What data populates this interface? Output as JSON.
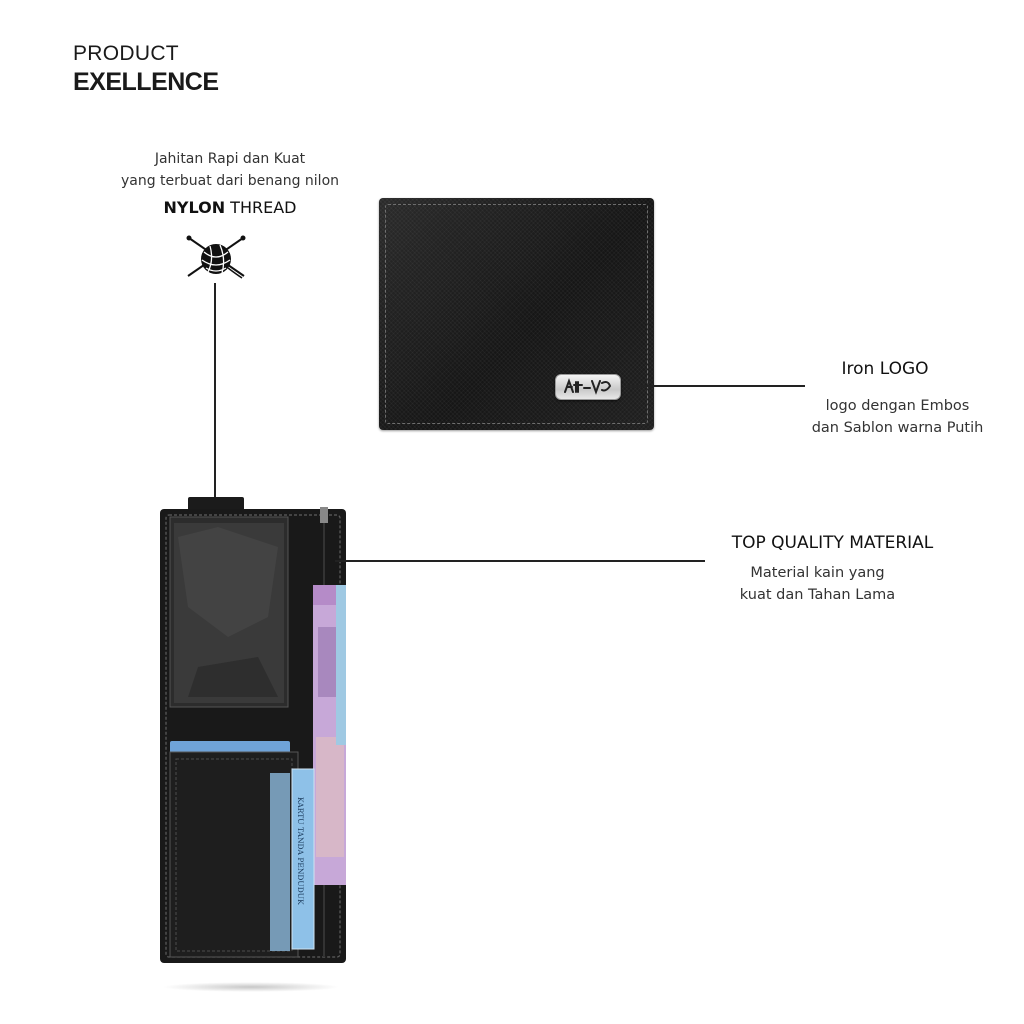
{
  "header": {
    "line1": "PRODUCT",
    "line2": "EXELLENCE"
  },
  "nylon": {
    "desc_line1": "Jahitan Rapi dan Kuat",
    "desc_line2": "yang terbuat dari benang nilon",
    "title_bold": "NYLON",
    "title_rest": " THREAD",
    "icon": "yarn-ball-icon"
  },
  "iron": {
    "title_bold": "Iron",
    "title_rest": " LOGO",
    "desc_line1": "logo dengan Embos",
    "desc_line2": "dan Sablon warna Putih"
  },
  "top_quality": {
    "title_bold": "TOP",
    "title_rest": " QUALITY MATERIAL",
    "desc_line1": "Material kain yang",
    "desc_line2": "kuat dan Tahan Lama"
  },
  "wallet_open": {
    "card_text": "KARTU TANDA PENDUDUK"
  },
  "colors": {
    "wallet": "#1a1a1a",
    "stitch": "#6b6b6b",
    "text": "#1a1a1a"
  }
}
